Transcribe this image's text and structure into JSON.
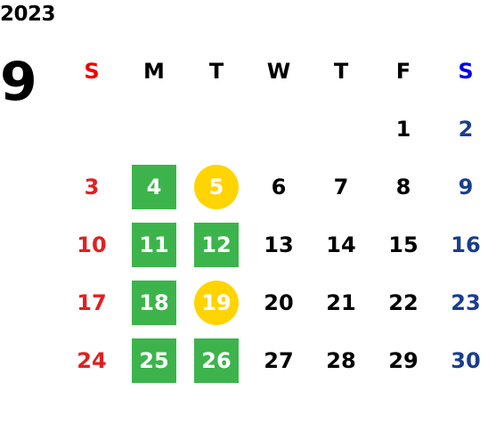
{
  "calendar": {
    "year": "2023",
    "month": "9",
    "weekdays": [
      "S",
      "M",
      "T",
      "W",
      "T",
      "F",
      "S"
    ],
    "weeks": [
      [
        {
          "day": "",
          "marker": "none"
        },
        {
          "day": "",
          "marker": "none"
        },
        {
          "day": "",
          "marker": "none"
        },
        {
          "day": "",
          "marker": "none"
        },
        {
          "day": "",
          "marker": "none"
        },
        {
          "day": "1",
          "marker": "none"
        },
        {
          "day": "2",
          "marker": "none"
        }
      ],
      [
        {
          "day": "3",
          "marker": "none"
        },
        {
          "day": "4",
          "marker": "green-square"
        },
        {
          "day": "5",
          "marker": "yellow-circle"
        },
        {
          "day": "6",
          "marker": "none"
        },
        {
          "day": "7",
          "marker": "none"
        },
        {
          "day": "8",
          "marker": "none"
        },
        {
          "day": "9",
          "marker": "none"
        }
      ],
      [
        {
          "day": "10",
          "marker": "none"
        },
        {
          "day": "11",
          "marker": "green-square"
        },
        {
          "day": "12",
          "marker": "green-square"
        },
        {
          "day": "13",
          "marker": "none"
        },
        {
          "day": "14",
          "marker": "none"
        },
        {
          "day": "15",
          "marker": "none"
        },
        {
          "day": "16",
          "marker": "none"
        }
      ],
      [
        {
          "day": "17",
          "marker": "none"
        },
        {
          "day": "18",
          "marker": "green-square"
        },
        {
          "day": "19",
          "marker": "yellow-circle"
        },
        {
          "day": "20",
          "marker": "none"
        },
        {
          "day": "21",
          "marker": "none"
        },
        {
          "day": "22",
          "marker": "none"
        },
        {
          "day": "23",
          "marker": "none"
        }
      ],
      [
        {
          "day": "24",
          "marker": "none"
        },
        {
          "day": "25",
          "marker": "green-square"
        },
        {
          "day": "26",
          "marker": "green-square"
        },
        {
          "day": "27",
          "marker": "none"
        },
        {
          "day": "28",
          "marker": "none"
        },
        {
          "day": "29",
          "marker": "none"
        },
        {
          "day": "30",
          "marker": "none"
        }
      ]
    ]
  },
  "colors": {
    "sunday": "#e02020",
    "saturday": "#1a3d8f",
    "sunday_header": "#ee0000",
    "saturday_header": "#0000ee",
    "green_marker": "#3cb44b",
    "yellow_marker": "#ffd400"
  }
}
